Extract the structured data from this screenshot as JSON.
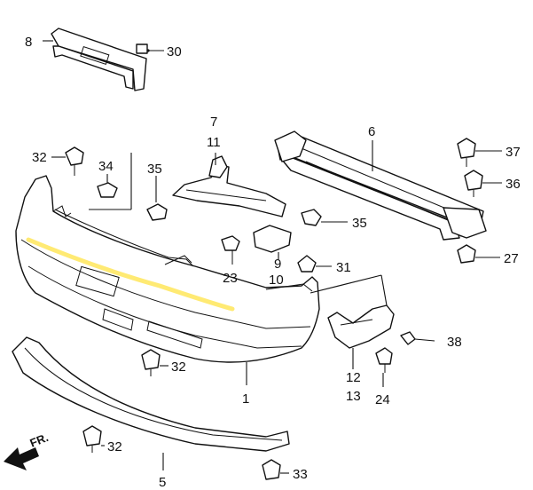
{
  "callouts": [
    {
      "id": "8",
      "text": "8"
    },
    {
      "id": "30",
      "text": "30"
    },
    {
      "id": "7",
      "text": "7"
    },
    {
      "id": "11",
      "text": "11"
    },
    {
      "id": "6",
      "text": "6"
    },
    {
      "id": "32a",
      "text": "32"
    },
    {
      "id": "34",
      "text": "34"
    },
    {
      "id": "35a",
      "text": "35"
    },
    {
      "id": "37",
      "text": "37"
    },
    {
      "id": "36",
      "text": "36"
    },
    {
      "id": "35b",
      "text": "35"
    },
    {
      "id": "9",
      "text": "9"
    },
    {
      "id": "10",
      "text": "10"
    },
    {
      "id": "23",
      "text": "23"
    },
    {
      "id": "31",
      "text": "31"
    },
    {
      "id": "27",
      "text": "27"
    },
    {
      "id": "38",
      "text": "38"
    },
    {
      "id": "12",
      "text": "12"
    },
    {
      "id": "13",
      "text": "13"
    },
    {
      "id": "24",
      "text": "24"
    },
    {
      "id": "32b",
      "text": "32"
    },
    {
      "id": "1",
      "text": "1"
    },
    {
      "id": "32c",
      "text": "32"
    },
    {
      "id": "5",
      "text": "5"
    },
    {
      "id": "33",
      "text": "33"
    }
  ],
  "direction_label": "FR.",
  "highlight_color": "#ffe96b"
}
